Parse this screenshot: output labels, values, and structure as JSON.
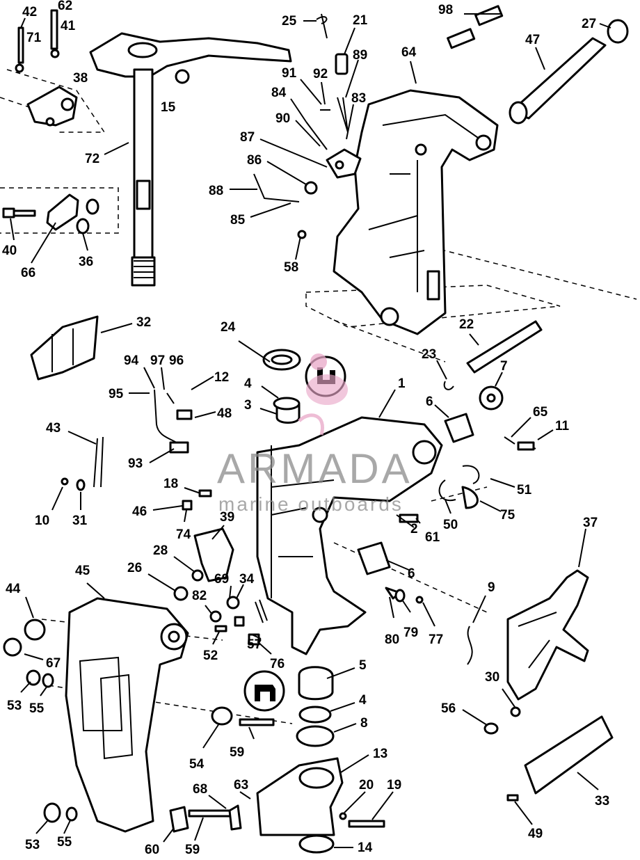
{
  "watermark": {
    "brand": "ARMADA",
    "tagline": "marine outboards",
    "color": "#e9a7c8"
  },
  "callouts": [
    "1",
    "2",
    "3",
    "4",
    "5",
    "6",
    "7",
    "8",
    "9",
    "10",
    "11",
    "12",
    "13",
    "14",
    "15",
    "18",
    "19",
    "20",
    "21",
    "22",
    "23",
    "24",
    "25",
    "26",
    "27",
    "28",
    "30",
    "31",
    "32",
    "33",
    "34",
    "36",
    "37",
    "38",
    "39",
    "40",
    "41",
    "42",
    "43",
    "44",
    "45",
    "46",
    "47",
    "48",
    "49",
    "50",
    "51",
    "52",
    "53",
    "54",
    "55",
    "56",
    "57",
    "58",
    "59",
    "60",
    "61",
    "62",
    "63",
    "64",
    "65",
    "66",
    "67",
    "68",
    "69",
    "71",
    "72",
    "74",
    "75",
    "76",
    "77",
    "79",
    "80",
    "82",
    "83",
    "84",
    "85",
    "86",
    "87",
    "88",
    "89",
    "90",
    "91",
    "92",
    "93",
    "94",
    "95",
    "96",
    "97",
    "98"
  ],
  "icons": [
    "grease-tube-icon",
    "seal-compound-icon"
  ]
}
